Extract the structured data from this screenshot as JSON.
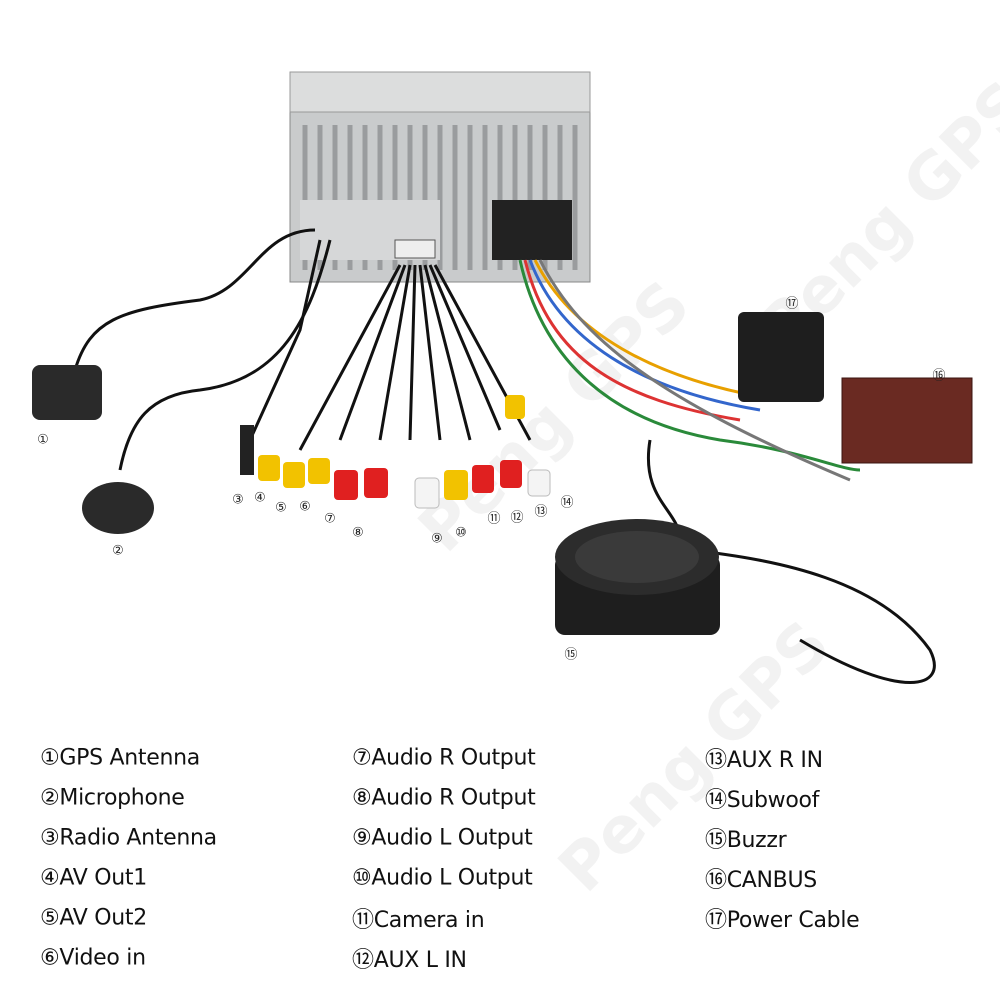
{
  "watermark": "Peng GPS",
  "callouts": [
    "①",
    "②",
    "③",
    "④",
    "⑤",
    "⑥",
    "⑦",
    "⑧",
    "⑨",
    "⑩",
    "⑪",
    "⑫",
    "⑬",
    "⑭",
    "⑮",
    "⑯",
    "⑰"
  ],
  "legend": [
    "①GPS Antenna",
    "②Microphone",
    "③Radio Antenna",
    "④AV Out1",
    "⑤AV Out2",
    "⑥Video in",
    "⑦Audio R Output",
    "⑧Audio R Output",
    "⑨Audio L Output",
    "⑩Audio L Output",
    "⑪Camera in",
    "⑫AUX L IN",
    "⑬AUX R IN",
    "⑭Subwoof",
    "⑮Buzzr",
    "⑯CANBUS",
    "⑰Power Cable"
  ],
  "colors": {
    "rca_yellow": "#f2c200",
    "rca_red": "#e02020",
    "rca_white": "#f4f4f4",
    "canbus_box": "#6a2a22",
    "head_unit": "#c9cbcc"
  }
}
